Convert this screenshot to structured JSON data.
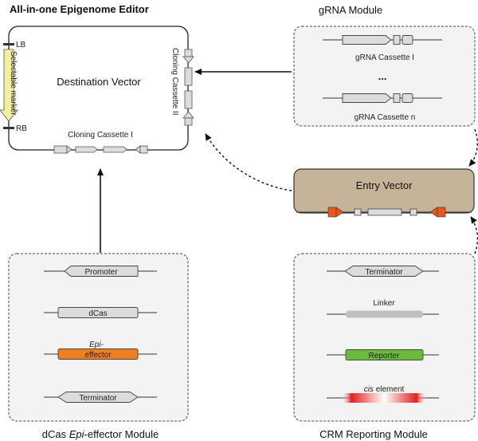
{
  "main_title": "All-in-one Epigenome Editor",
  "destination": {
    "title": "Destination Vector",
    "lb": "LB",
    "rb": "RB",
    "marker": "Selectable marker",
    "cassette1": "Cloning Cassette I",
    "cassette2": "Cloning Cassette II"
  },
  "grna": {
    "title": "gRNA Module",
    "cassette_first": "gRNA Cassette I",
    "ellipsis": "...",
    "cassette_last": "gRNA Cassette n"
  },
  "entry": {
    "title": "Entry Vector"
  },
  "dcas_module": {
    "title_prefix": "dCas ",
    "title_italic": "Epi",
    "title_suffix": "-effector Module",
    "promoter": "Promoter",
    "dcas": "dCas",
    "effector_italic": "Epi-",
    "effector": "effector",
    "terminator": "Terminator"
  },
  "crm_module": {
    "title": "CRM Reporting Module",
    "terminator": "Terminator",
    "linker": "Linker",
    "reporter": "Reporter",
    "cis_italic": "cis",
    "cis_suffix": " element"
  },
  "colors": {
    "entry_fill": "#c5b49a",
    "effector_fill": "#f07f22",
    "effector_text": "#f29d3f",
    "reporter_fill": "#6cbb3c",
    "cis_fill": "#e02020",
    "marker_fill": "#f3ef9a",
    "part_fill": "#dcdcdc",
    "linker_fill": "#c0c0c0",
    "arrow_orange": "#e8571e"
  }
}
